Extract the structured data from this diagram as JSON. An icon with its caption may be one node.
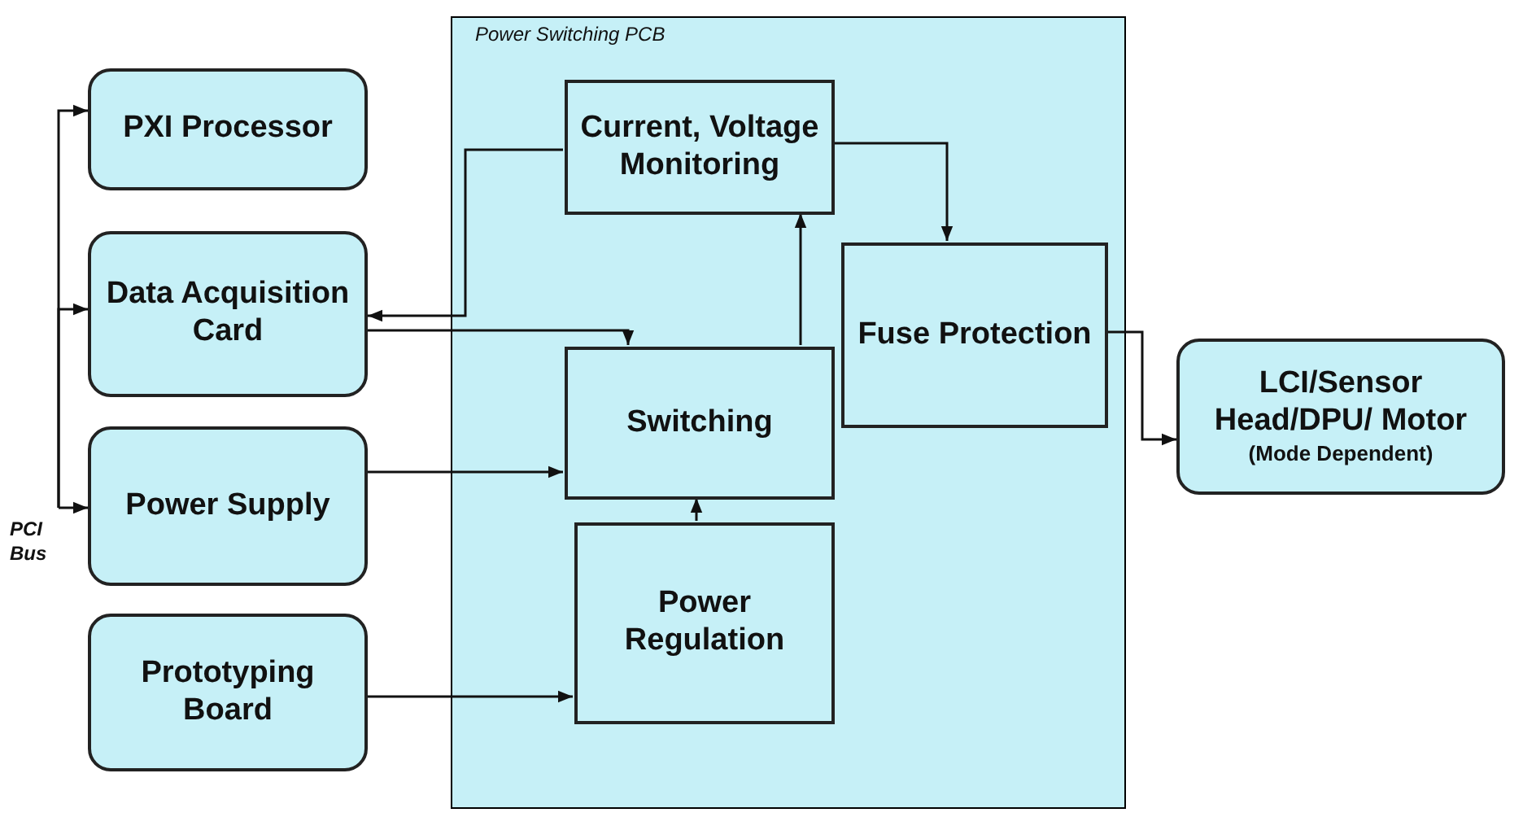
{
  "diagram": {
    "nodes": [
      {
        "text": [
          "PXI Processor"
        ]
      },
      {
        "text": [
          "Data Acquisition Card"
        ]
      },
      {
        "text": [
          "Power Supply"
        ]
      },
      {
        "text": [
          "Prototyping Board"
        ]
      },
      {
        "text": [
          "Power Switching PCB"
        ]
      },
      {
        "text": [
          "Current, Voltage Monitoring"
        ],
        "in": 4
      },
      {
        "text": [
          "Fuse Protection"
        ],
        "in": 4
      },
      {
        "text": [
          "Switching"
        ],
        "in": 4
      },
      {
        "text": [
          "Power Regulation"
        ],
        "in": 4
      },
      {
        "text": [
          "LCI/Sensor Head/DPU/ Motor",
          "(Mode Dependent)"
        ]
      }
    ],
    "edges": [
      {
        "from": null,
        "to": 0,
        "arrow": "to"
      },
      {
        "from": null,
        "to": 1,
        "arrow": "to"
      },
      {
        "from": null,
        "to": 2,
        "arrow": "to"
      },
      {
        "from": 5,
        "to": 1,
        "arrow": "to"
      },
      {
        "from": 1,
        "to": 7,
        "arrow": "to"
      },
      {
        "from": 2,
        "to": 7,
        "arrow": "to"
      },
      {
        "from": 3,
        "to": 8,
        "arrow": "to"
      },
      {
        "from": 8,
        "to": 7,
        "arrow": "to"
      },
      {
        "from": 7,
        "to": 5,
        "arrow": "to"
      },
      {
        "from": 5,
        "to": 6,
        "arrow": "to"
      },
      {
        "from": 6,
        "to": 9,
        "arrow": "to"
      }
    ],
    "labels": [
      "PCI Bus"
    ]
  }
}
